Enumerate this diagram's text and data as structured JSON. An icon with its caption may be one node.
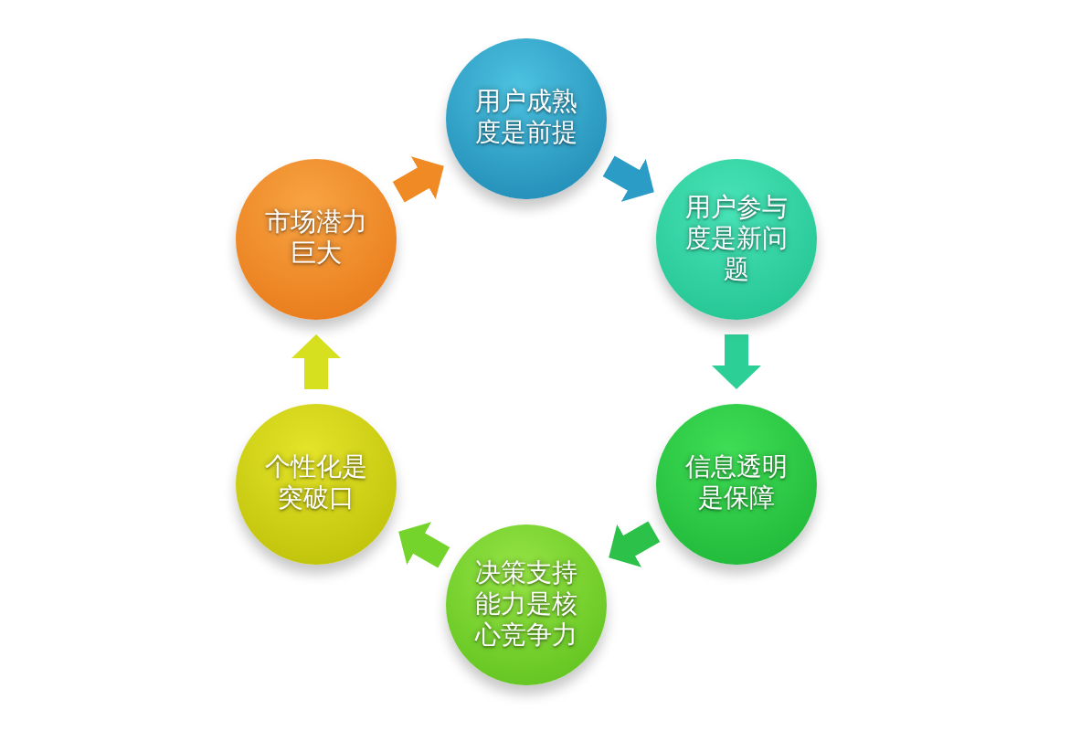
{
  "diagram": {
    "nodes": [
      {
        "text": [
          "用户成熟度是前提"
        ]
      },
      {
        "text": [
          "用户参与度是新问题"
        ]
      },
      {
        "text": [
          "信息透明是保障"
        ]
      },
      {
        "text": [
          "决策支持能力是核心竞争力"
        ]
      },
      {
        "text": [
          "个性化是突破口"
        ]
      },
      {
        "text": [
          "市场潜力巨大"
        ]
      }
    ],
    "edges": [
      {
        "from": 0,
        "to": 1,
        "arrow": "to",
        "color": "#2a9cc6"
      },
      {
        "from": 1,
        "to": 2,
        "arrow": "to",
        "color": "#2ccf96"
      },
      {
        "from": 2,
        "to": 3,
        "arrow": "to",
        "color": "#2cc24a"
      },
      {
        "from": 3,
        "to": 4,
        "arrow": "to",
        "color": "#74d42c"
      },
      {
        "from": 4,
        "to": 5,
        "arrow": "to",
        "color": "#d6e01e"
      },
      {
        "from": 5,
        "to": 0,
        "arrow": "to",
        "color": "#f08a24"
      }
    ]
  }
}
